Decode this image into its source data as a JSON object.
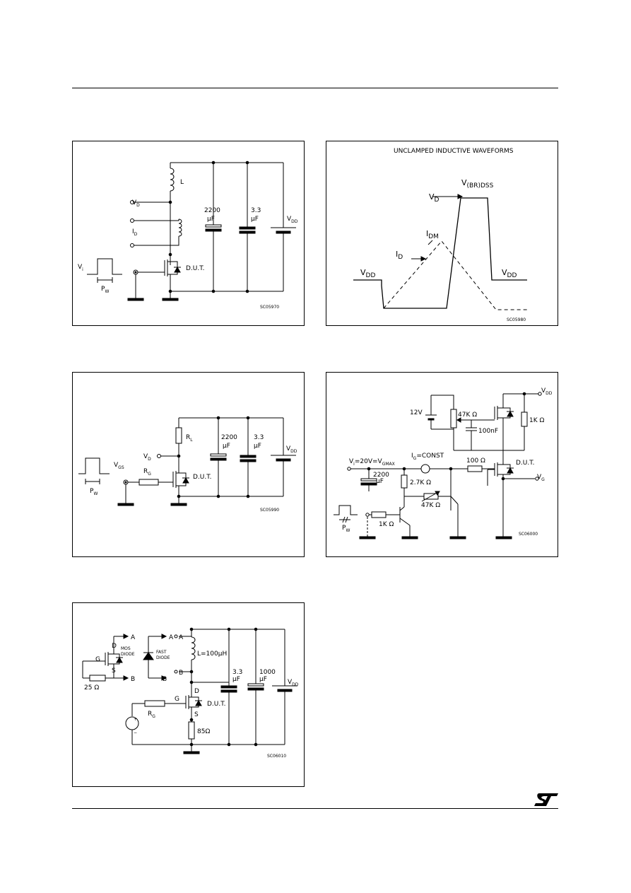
{
  "fig1": {
    "code": "SC05970",
    "labels": {
      "L": "L",
      "VD": "V",
      "VD_sub": "D",
      "ID": "I",
      "ID_sub": "D",
      "Vi": "V",
      "Vi_sub": "i",
      "Pw": "P",
      "Pw_sub": "W",
      "cap1a": "2200",
      "cap1b": "μF",
      "cap2a": "3.3",
      "cap2b": "μF",
      "VDD": "V",
      "VDD_sub": "DD",
      "dut": "D.U.T."
    }
  },
  "fig2": {
    "code": "SC05980",
    "title": "UNCLAMPED INDUCTIVE WAVEFORMS",
    "labels": {
      "vbr": "V",
      "vbr_sub": "(BR)DSS",
      "vd": "V",
      "vd_sub": "D",
      "idm": "I",
      "idm_sub": "DM",
      "id": "I",
      "id_sub": "D",
      "vdd_l": "V",
      "vdd_l_sub": "DD",
      "vdd_r": "V",
      "vdd_r_sub": "DD"
    }
  },
  "fig3": {
    "code": "SC05990",
    "labels": {
      "RL": "R",
      "RL_sub": "L",
      "VD": "V",
      "VD_sub": "D",
      "RG": "R",
      "RG_sub": "G",
      "VGS": "V",
      "VGS_sub": "GS",
      "Pw": "P",
      "Pw_sub": "W",
      "cap1a": "2200",
      "cap1b": "μF",
      "cap2a": "3.3",
      "cap2b": "μF",
      "VDD": "V",
      "VDD_sub": "DD",
      "dut": "D.U.T."
    }
  },
  "fig4": {
    "code": "SC06000",
    "labels": {
      "VDD": "V",
      "VDD_sub": "DD",
      "v12": "12V",
      "r47k": "47K Ω",
      "c100n": "100nF",
      "r1k": "1K Ω",
      "IG": "I",
      "IG_rest": "=CONST",
      "IG_sub": "G",
      "Vi": "V",
      "Vi_rest": "=20V=V",
      "Vi_sub1": "i",
      "Vi_sub2": "GMAX",
      "cap2200a": "2200",
      "cap2200b": "μF",
      "r100": "100 Ω",
      "dut": "D.U.T.",
      "VG": "V",
      "VG_sub": "G",
      "r27k": "2.7K Ω",
      "r47k2": "47K Ω",
      "r1k2": "1K Ω",
      "Pw": "P",
      "Pw_sub": "W"
    }
  },
  "fig5": {
    "code": "SC06010",
    "labels": {
      "A1": "A",
      "B1": "B",
      "D": "D",
      "S": "S",
      "G": "G",
      "mos1": "MOS",
      "mos2": "DIODE",
      "r25": "25 Ω",
      "A2": "A",
      "B2": "B",
      "fast1": "FAST",
      "fast2": "DIODE",
      "OA": "A",
      "OB": "B",
      "L": "L=100μH",
      "D2": "D",
      "S2": "S",
      "G2": "G",
      "RG": "R",
      "RG_sub": "G",
      "r85": "85Ω",
      "cap1a": "3.3",
      "cap1b": "μF",
      "cap2a": "1000",
      "cap2b": "μF",
      "VDD": "V",
      "VDD_sub": "DD",
      "dut": "D.U.T.",
      "plus": "+",
      "minus": "−"
    }
  }
}
